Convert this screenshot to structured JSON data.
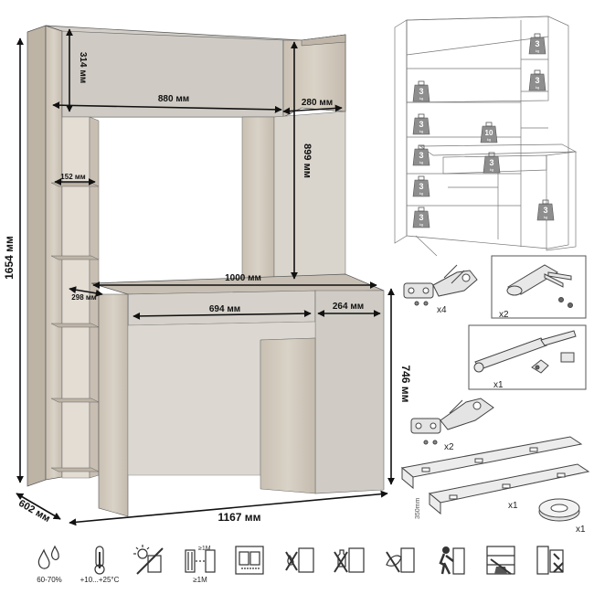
{
  "dimensions": {
    "total_height": "1654 мм",
    "hutch_height": "314 мм",
    "hutch_width": "880 мм",
    "side_cab_width": "280 мм",
    "opening_height": "899 мм",
    "shelf_depth": "152 мм",
    "desk_width": "1000 мм",
    "desk_side": "298 мм",
    "drawer_width": "694 мм",
    "cabinet_width": "264 мм",
    "desk_height": "746 мм",
    "depth": "602 мм",
    "overall_width": "1167 мм"
  },
  "load_weights": {
    "shelf": "3",
    "desk_top": "10",
    "unit": "kg"
  },
  "hardware": {
    "hinge_qty": "x4",
    "hinge2_qty": "x2",
    "support_qty": "x2",
    "gas_lift_qty": "x1",
    "slides_qty": "x1",
    "slides_length": "350mm",
    "grommet_qty": "x1"
  },
  "care_icons": [
    {
      "name": "humidity-icon",
      "caption": "60-70%"
    },
    {
      "name": "temperature-icon",
      "caption": "+10...+25°C"
    },
    {
      "name": "sunlight-icon",
      "caption": ""
    },
    {
      "name": "heater-distance-icon",
      "caption": "≥1M"
    },
    {
      "name": "wall-mount-icon",
      "caption": ""
    },
    {
      "name": "no-water-icon",
      "caption": ""
    },
    {
      "name": "no-chemicals-icon",
      "caption": ""
    },
    {
      "name": "no-abrasive-icon",
      "caption": ""
    },
    {
      "name": "assembly-person-icon",
      "caption": ""
    },
    {
      "name": "no-overload-icon",
      "caption": ""
    },
    {
      "name": "anchor-to-wall-icon",
      "caption": ""
    }
  ]
}
